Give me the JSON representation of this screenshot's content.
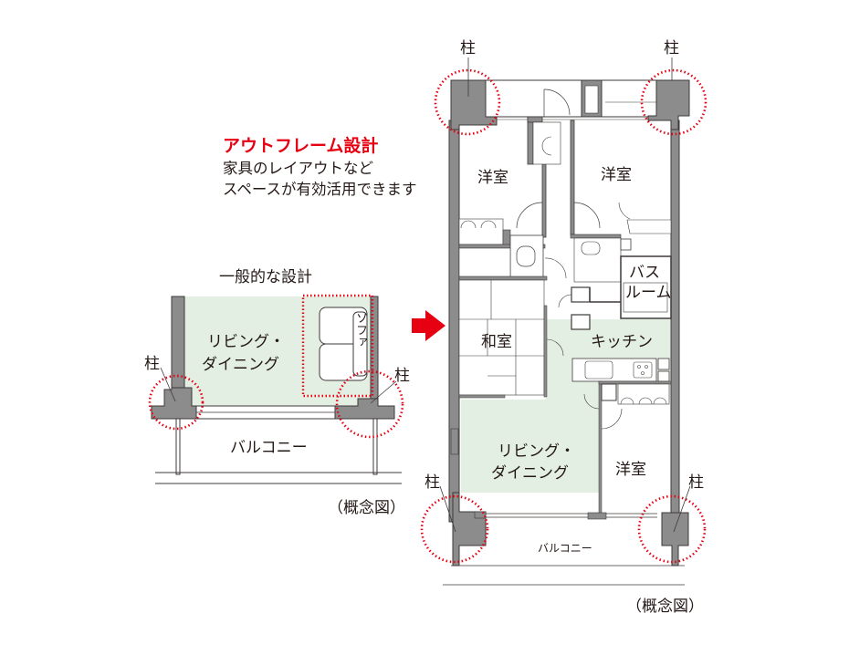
{
  "outframe": {
    "title": "アウトフレーム設計",
    "description_line1": "家具のレイアウトなど",
    "description_line2": "スペースが有効活用できます"
  },
  "general": {
    "title": "一般的な設計",
    "living_line1": "リビング・",
    "living_line2": "ダイニング",
    "sofa_label": "ソファ",
    "pillar_left": "柱",
    "pillar_right": "柱",
    "balcony": "バルコニー",
    "note": "（概念図）"
  },
  "floorplan": {
    "pillar_top_left": "柱",
    "pillar_top_right": "柱",
    "pillar_bottom_left": "柱",
    "pillar_bottom_right": "柱",
    "rooms": {
      "western_room_1": "洋室",
      "western_room_2": "洋室",
      "bath_line1": "バス",
      "bath_line2": "ルーム",
      "japanese_room": "和室",
      "kitchen": "キッチン",
      "living_line1": "リビング・",
      "living_line2": "ダイニング",
      "western_room_3": "洋室"
    },
    "balcony": "バルコニー",
    "note": "（概念図）"
  },
  "colors": {
    "accent_red": "#e60012",
    "wall_gray": "#8c8c8c",
    "living_green": "#e4efe3",
    "line_dark": "#3e3a39"
  }
}
